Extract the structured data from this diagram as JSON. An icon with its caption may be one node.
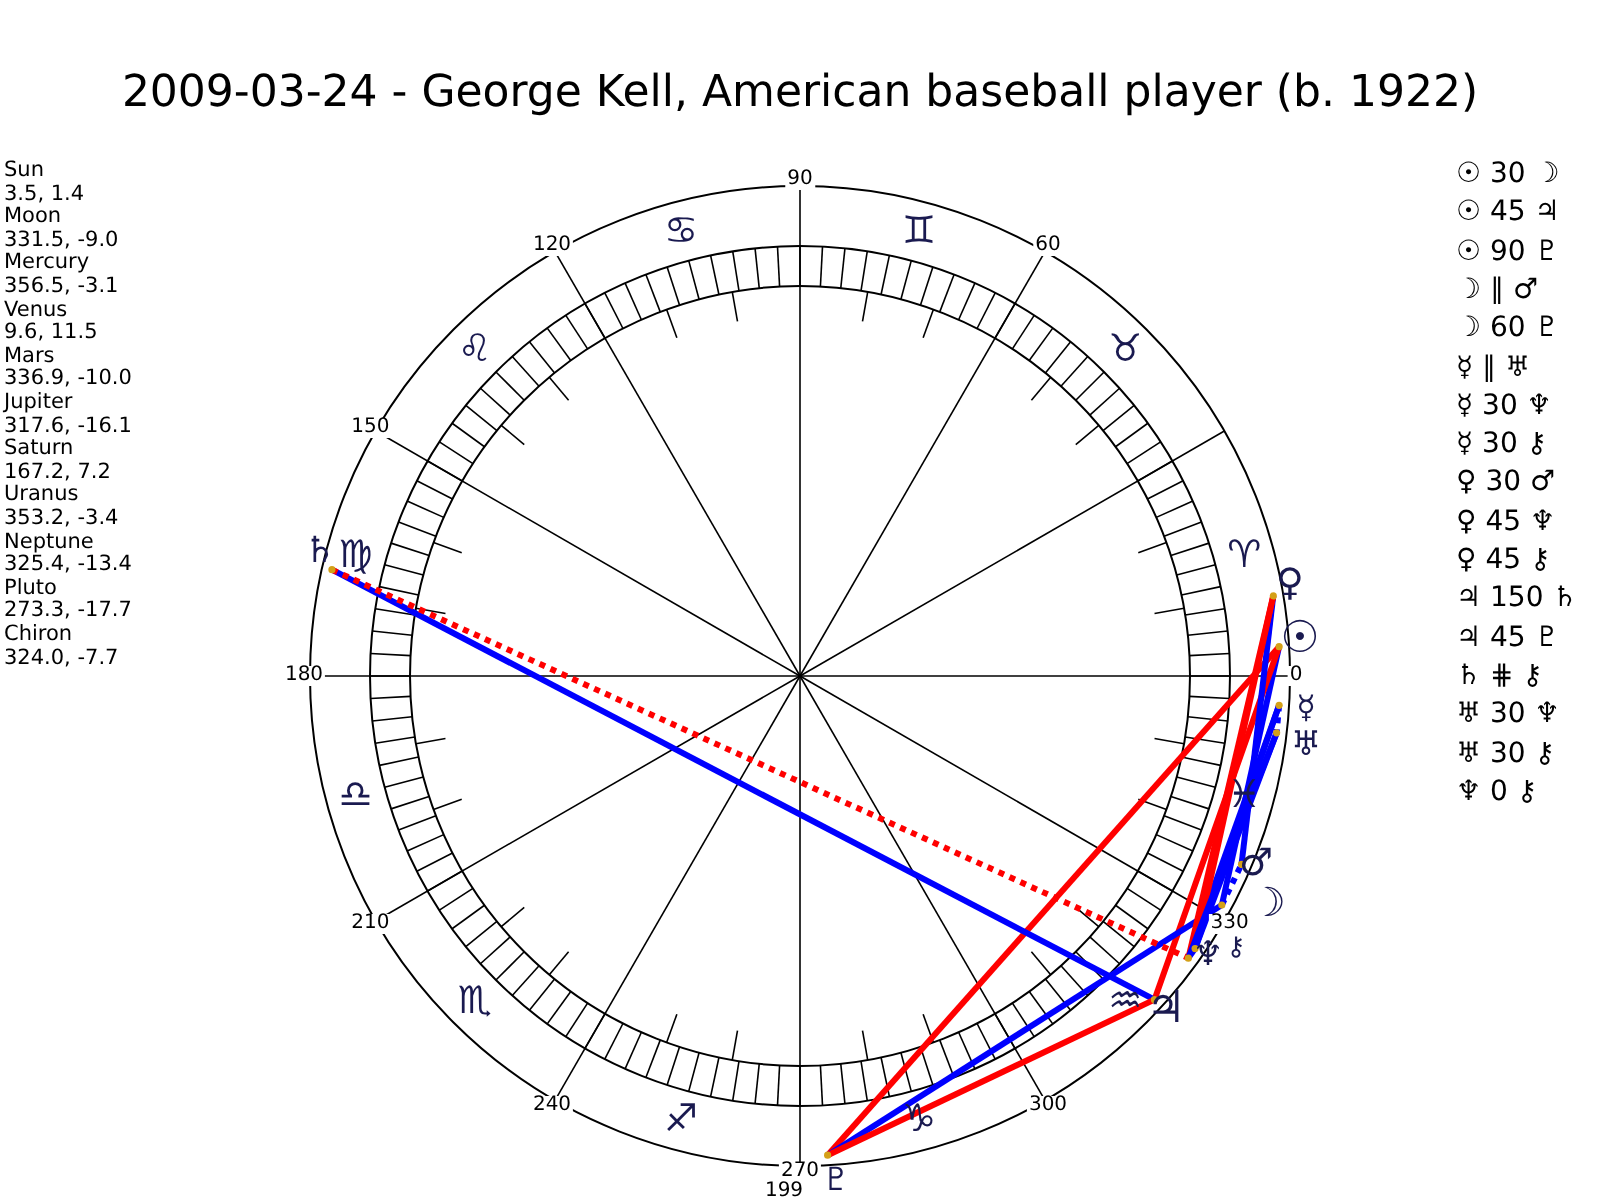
{
  "diagram": {
    "title": "2009-03-24 - George Kell, American baseball player (b. 1922)",
    "nodes": [
      {
        "text": [
          "☉"
        ]
      },
      {
        "text": [
          "☽"
        ]
      },
      {
        "text": [
          "☿"
        ]
      },
      {
        "text": [
          "♀"
        ]
      },
      {
        "text": [
          "♂"
        ]
      },
      {
        "text": [
          "♃"
        ]
      },
      {
        "text": [
          "♄"
        ]
      },
      {
        "text": [
          "♅"
        ]
      },
      {
        "text": [
          "♆"
        ]
      },
      {
        "text": [
          "♇"
        ]
      },
      {
        "text": [
          "⚷"
        ]
      }
    ],
    "edges": [
      {
        "from": 0,
        "to": 1,
        "arrow": "none"
      },
      {
        "from": 0,
        "to": 5,
        "arrow": "none",
        "color": "#ff0000"
      },
      {
        "from": 0,
        "to": 9,
        "arrow": "none",
        "color": "#ff0000"
      },
      {
        "from": 1,
        "to": 4,
        "arrow": "none",
        "style": "dashed"
      },
      {
        "from": 1,
        "to": 9,
        "arrow": "none"
      },
      {
        "from": 2,
        "to": 7,
        "arrow": "none",
        "style": "dashed"
      },
      {
        "from": 2,
        "to": 8,
        "arrow": "none"
      },
      {
        "from": 2,
        "to": 10,
        "arrow": "none"
      },
      {
        "from": 3,
        "to": 4,
        "arrow": "none"
      },
      {
        "from": 3,
        "to": 8,
        "arrow": "none",
        "color": "#ff0000"
      },
      {
        "from": 3,
        "to": 10,
        "arrow": "none",
        "color": "#ff0000"
      },
      {
        "from": 5,
        "to": 6,
        "arrow": "none"
      },
      {
        "from": 5,
        "to": 9,
        "arrow": "none",
        "color": "#ff0000"
      },
      {
        "from": 6,
        "to": 10,
        "arrow": "none",
        "style": "dashed",
        "color": "#ff0000"
      },
      {
        "from": 7,
        "to": 8,
        "arrow": "none"
      },
      {
        "from": 7,
        "to": 10,
        "arrow": "none"
      },
      {
        "from": 8,
        "to": 10,
        "arrow": "none"
      }
    ],
    "labels": [
      "Sun",
      "3.5, 1.4",
      "Moon",
      "331.5, -9.0",
      "Mercury",
      "356.5, -3.1",
      "Venus",
      "9.6, 11.5",
      "Mars",
      "336.9, -10.0",
      "Jupiter",
      "317.6, -16.1",
      "Saturn",
      "167.2, 7.2",
      "Uranus",
      "353.2, -3.4",
      "Neptune",
      "325.4, -13.4",
      "Pluto",
      "273.3, -17.7",
      "Chiron",
      "324.0, -7.7",
      "☉ 30 ☽",
      "☉ 45 ♃",
      "☉ 90 ♇",
      "☽ ∥ ♂",
      "☽ 60 ♇",
      "☿ ∥ ♅",
      "☿ 30 ♆",
      "☿ 30 ⚷",
      "♀ 30 ♂",
      "♀ 45 ♆",
      "♀ 45 ⚷",
      "♃ 150 ♄",
      "♃ 45 ♇",
      "♄ ⋕ ⚷",
      "♅ 30 ♆",
      "♅ 30 ⚷",
      "♆ 0 ⚷",
      "90",
      "120",
      "60",
      "150",
      "180",
      "0",
      "210",
      "330",
      "240",
      "300",
      "270",
      "♋",
      "♊",
      "♌",
      "♉",
      "♍",
      "♈",
      "♎",
      "♓",
      "♏",
      "♒",
      "♐",
      "♑",
      "199"
    ]
  }
}
